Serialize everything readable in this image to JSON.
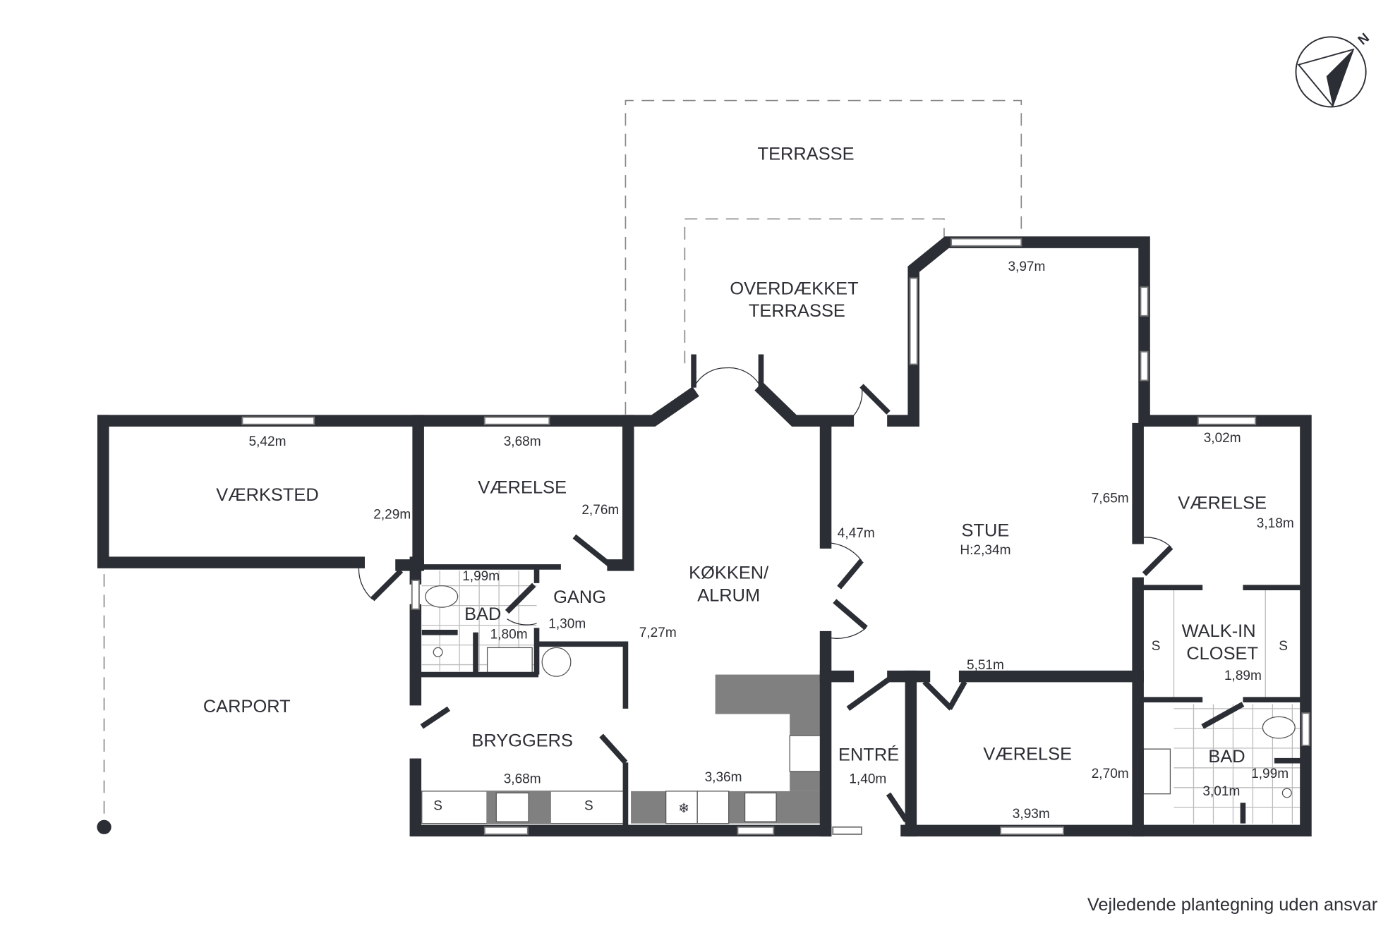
{
  "rooms": {
    "terrasse": "TERRASSE",
    "overdaekket_1": "OVERDÆKKET",
    "overdaekket_2": "TERRASSE",
    "vaerksted": "VÆRKSTED",
    "vaerelse_1": "VÆRELSE",
    "koekken_1": "KØKKEN/",
    "koekken_2": "ALRUM",
    "stue": "STUE",
    "stue_height": "H:2,34m",
    "vaerelse_3": "VÆRELSE",
    "walkin_1": "WALK-IN",
    "walkin_2": "CLOSET",
    "bad_1": "BAD",
    "gang": "GANG",
    "bryggers": "BRYGGERS",
    "entre": "ENTRÉ",
    "vaerelse_2": "VÆRELSE",
    "bad_2": "BAD",
    "carport": "CARPORT"
  },
  "dimensions": {
    "vaerksted_w": "5,42m",
    "vaerksted_h": "2,29m",
    "vaerelse1_w": "3,68m",
    "vaerelse1_h": "2,76m",
    "stue_top": "3,97m",
    "stue_left": "4,47m",
    "stue_right": "7,65m",
    "stue_bottom": "5,51m",
    "vaerelse3_w": "3,02m",
    "vaerelse3_h": "3,18m",
    "bad1_w": "1,99m",
    "bad1_h": "1,80m",
    "gang_w": "1,30m",
    "koekken_h": "7,27m",
    "koekken_w": "3,36m",
    "bryggers_w": "3,68m",
    "walkin_h": "1,89m",
    "entre_w": "1,40m",
    "vaerelse2_w": "3,93m",
    "vaerelse2_h": "2,70m",
    "bad2_w": "1,99m",
    "bad2_h": "3,01m"
  },
  "storage_label": "S",
  "compass": "N",
  "disclaimer": "Vejledende plantegning uden ansvar",
  "colors": {
    "wall": "#2b2e34",
    "counter": "#808080"
  }
}
